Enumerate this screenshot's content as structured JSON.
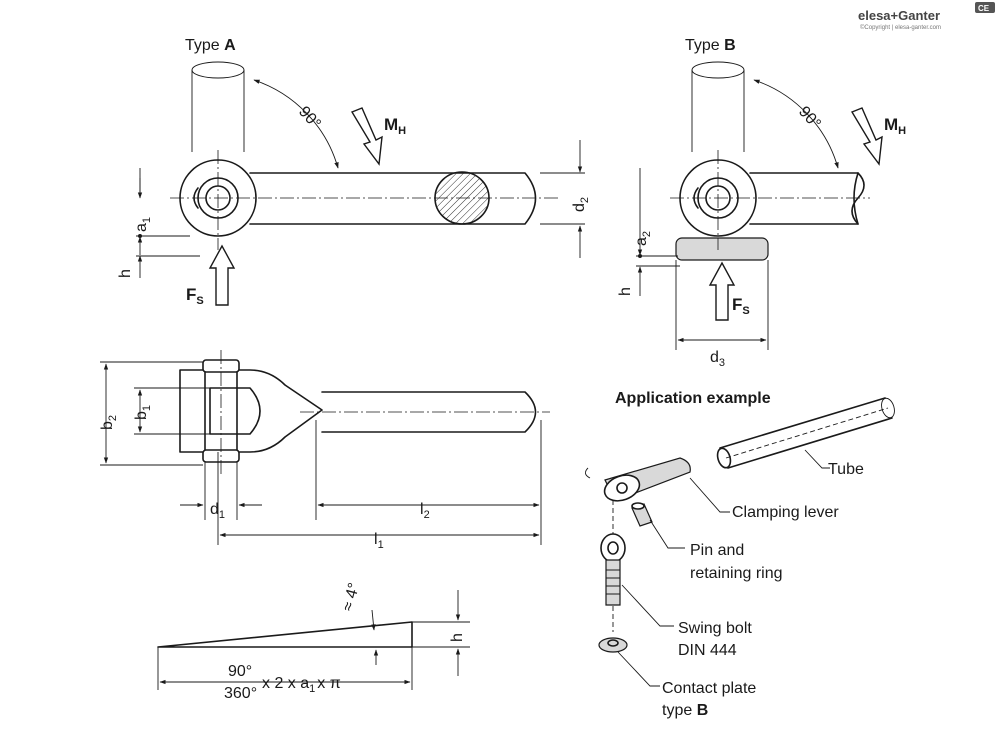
{
  "brand": {
    "logo_left": "elesa",
    "logo_plus": "+",
    "logo_right": "Ganter",
    "copyright": "©Copyright | elesa-ganter.com",
    "badge": "CE"
  },
  "type_a": {
    "prefix": "Type ",
    "letter": "A"
  },
  "type_b": {
    "prefix": "Type ",
    "letter": "B"
  },
  "labels": {
    "angle": "90°",
    "moment": "M",
    "moment_sub": "H",
    "force": "F",
    "force_sub": "S",
    "a1": "a",
    "a1_sub": "1",
    "a2": "a",
    "a2_sub": "2",
    "h": "h",
    "d1": "d",
    "d1_sub": "1",
    "d2": "d",
    "d2_sub": "2",
    "d3": "d",
    "d3_sub": "3",
    "b1": "b",
    "b1_sub": "1",
    "b2": "b",
    "b2_sub": "2",
    "l1": "l",
    "l1_sub": "1",
    "l2": "l",
    "l2_sub": "2"
  },
  "wedge": {
    "angle": "≈ 4°",
    "h": "h",
    "frac_num": "90°",
    "frac_den": "360°",
    "formula_a": "x 2 x a",
    "formula_sub": "1",
    "formula_b": "x π"
  },
  "application": {
    "title": "Application example",
    "tube": "Tube",
    "clamping_lever": "Clamping lever",
    "pin_line1": "Pin and",
    "pin_line2": "retaining ring",
    "swing_line1": "Swing bolt",
    "swing_line2": "DIN 444",
    "plate_line1": "Contact plate",
    "plate_prefix": "type ",
    "plate_letter": "B"
  }
}
